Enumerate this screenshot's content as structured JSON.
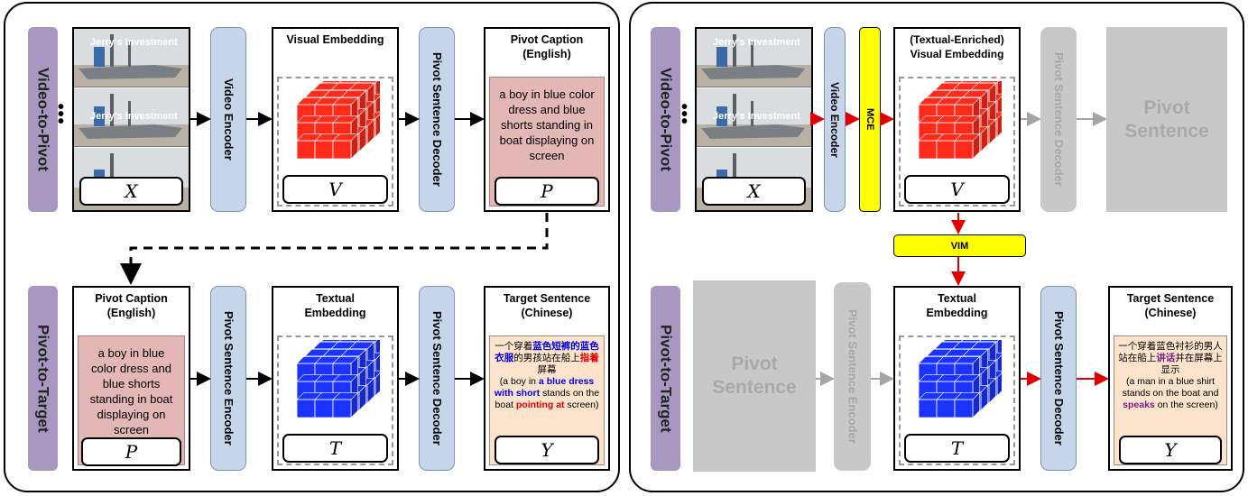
{
  "left": {
    "video_to_pivot": "Video-to-Pivot",
    "pivot_to_target": "Pivot-to-Target",
    "video_encoder": "Video Encoder",
    "visual_embedding": "Visual Embedding",
    "pivot_sentence_decoder": "Pivot Sentence Decoder",
    "pivot_caption_title": "Pivot Caption (English)",
    "pivot_caption_text": "a boy in blue color dress and blue shorts standing in boat displaying on screen",
    "pivot_sentence_encoder": "Pivot Sentence Encoder",
    "textual_embedding": "Textual Embedding",
    "target_title": "Target Sentence (Chinese)",
    "zh_1": "一个穿着",
    "zh_2": "蓝色短裤的蓝色衣服",
    "zh_3": "的男孩站在船上",
    "zh_4": "指着",
    "zh_5": "屏幕",
    "en_1": "(a boy in ",
    "en_2": "a blue dress with short",
    "en_3": " stands on the boat ",
    "en_4": "pointing at",
    "en_5": " screen)",
    "sym_x": "X",
    "sym_v": "V",
    "sym_p": "P",
    "sym_t": "T",
    "sym_y": "Y"
  },
  "right": {
    "video_to_pivot": "Video-to-Pivot",
    "pivot_to_target": "Pivot-to-Target",
    "video_encoder": "Video Encoder",
    "mce": "MCE",
    "vim": "VIM",
    "enriched_title": "(Textual-Enriched) Visual Embedding",
    "pivot_sentence_decoder": "Pivot Sentence Decoder",
    "pivot_sentence": "Pivot Sentence",
    "pivot_sentence_encoder": "Pivot Sentence Encoder",
    "textual_embedding": "Textual Embedding",
    "target_title": "Target Sentence (Chinese)",
    "zh_1": "一个穿着蓝色衬衫的男人站在船上",
    "zh_2": "讲话",
    "zh_3": "并在屏幕上显示",
    "en_1": "(a man in a blue shirt stands on the boat and ",
    "en_2": "speaks",
    "en_3": " on the screen)",
    "sym_x": "X",
    "sym_v": "V",
    "sym_t": "T",
    "sym_y": "Y"
  },
  "frame_watermark": "Jerry's Investment",
  "colors": {
    "visual_cube": "#ff2a1a",
    "textual_cube": "#1a33ff",
    "highlight_arrow": "#e00000"
  }
}
